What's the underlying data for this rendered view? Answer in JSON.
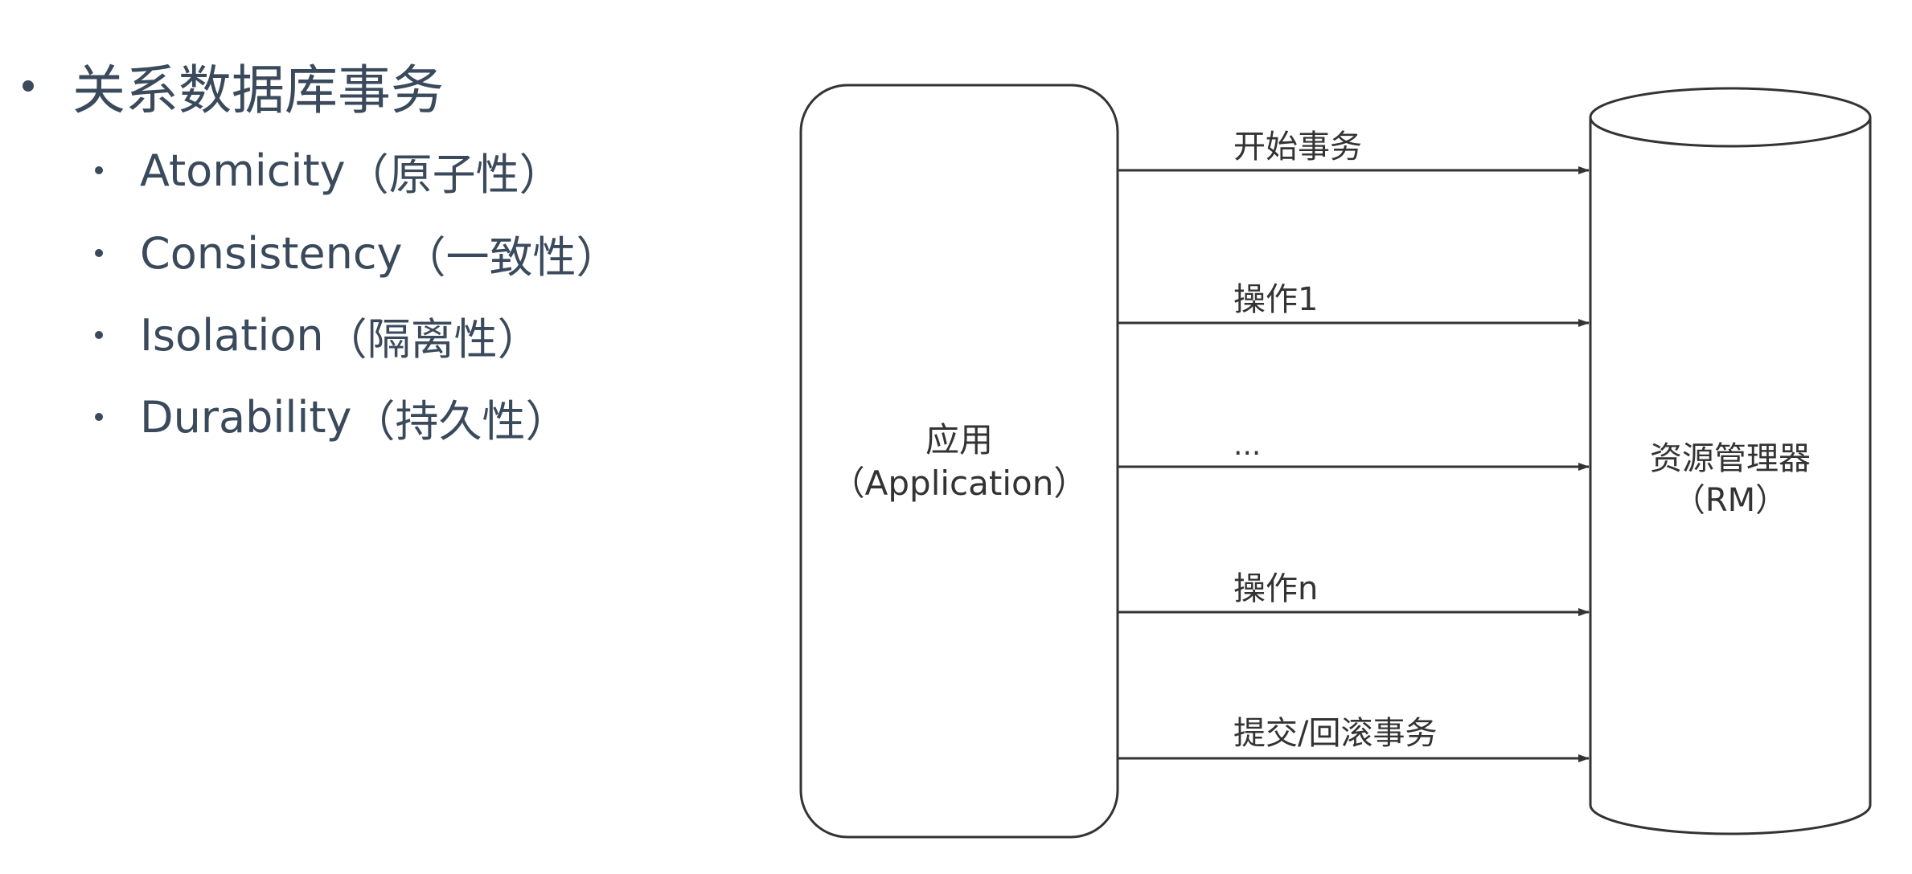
{
  "list": {
    "heading": "关系数据库事务",
    "items": [
      {
        "term": "Atomicity",
        "gloss": "（原子性）"
      },
      {
        "term": "Consistency",
        "gloss": "（一致性）"
      },
      {
        "term": "Isolation",
        "gloss": "（隔离性）"
      },
      {
        "term": "Durability",
        "gloss": "（持久性）"
      }
    ]
  },
  "diagram": {
    "application": {
      "name": "应用",
      "sub": "（Application）"
    },
    "resource_manager": {
      "name": "资源管理器",
      "sub": "（RM）"
    },
    "arrows": {
      "begin": "开始事务",
      "op1": "操作1",
      "ellipsis": "...",
      "opn": "操作n",
      "commit": "提交/回滚事务"
    }
  }
}
